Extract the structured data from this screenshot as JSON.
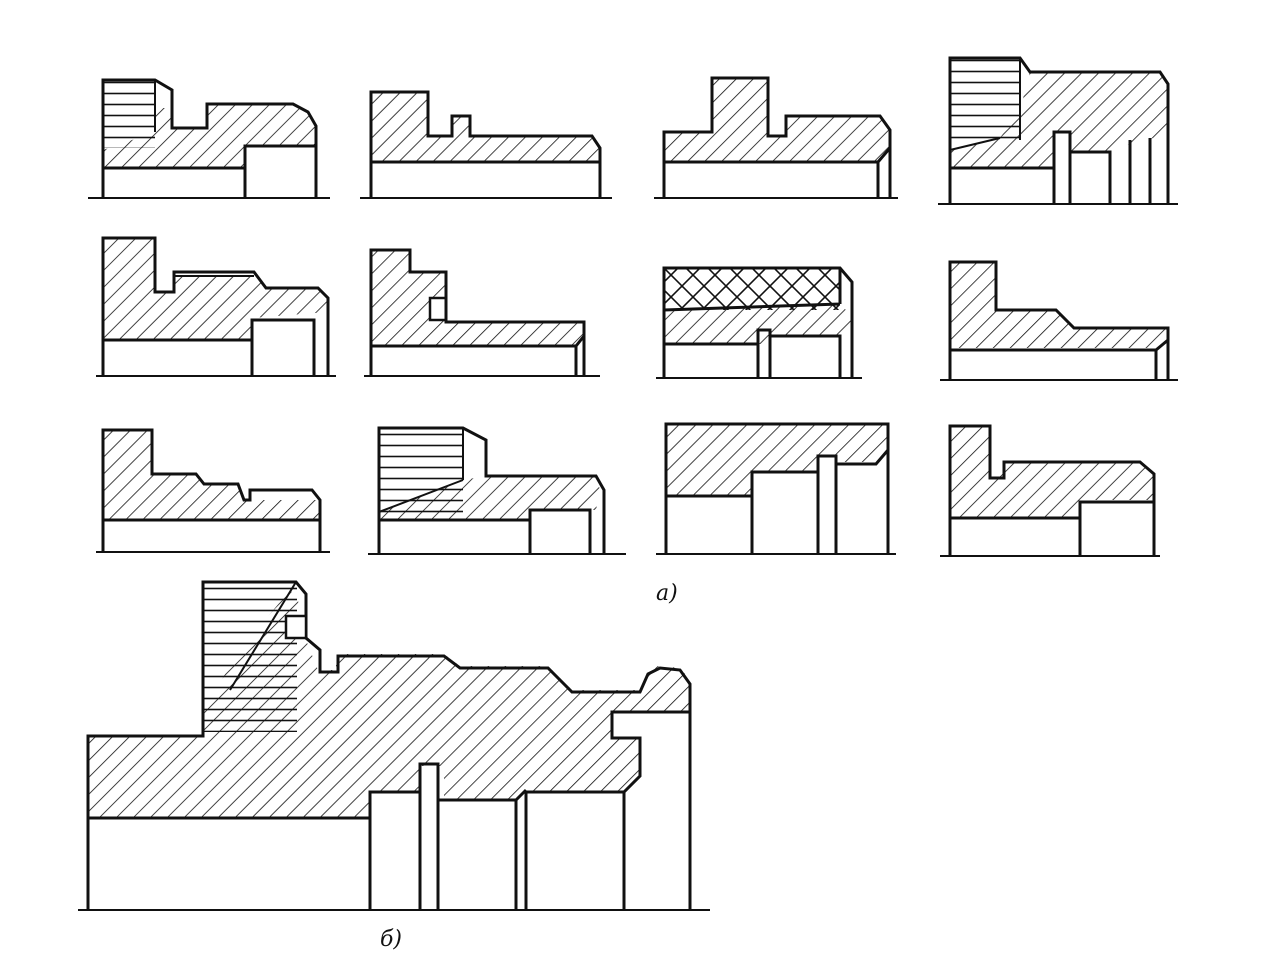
{
  "figure": {
    "caption_a": "a)",
    "caption_b": "б)",
    "colors": {
      "ink": "#111111",
      "paper": "#ffffff"
    },
    "patterns": [
      "diagonal-hatch",
      "horizontal-lines",
      "cross-hatch"
    ]
  }
}
